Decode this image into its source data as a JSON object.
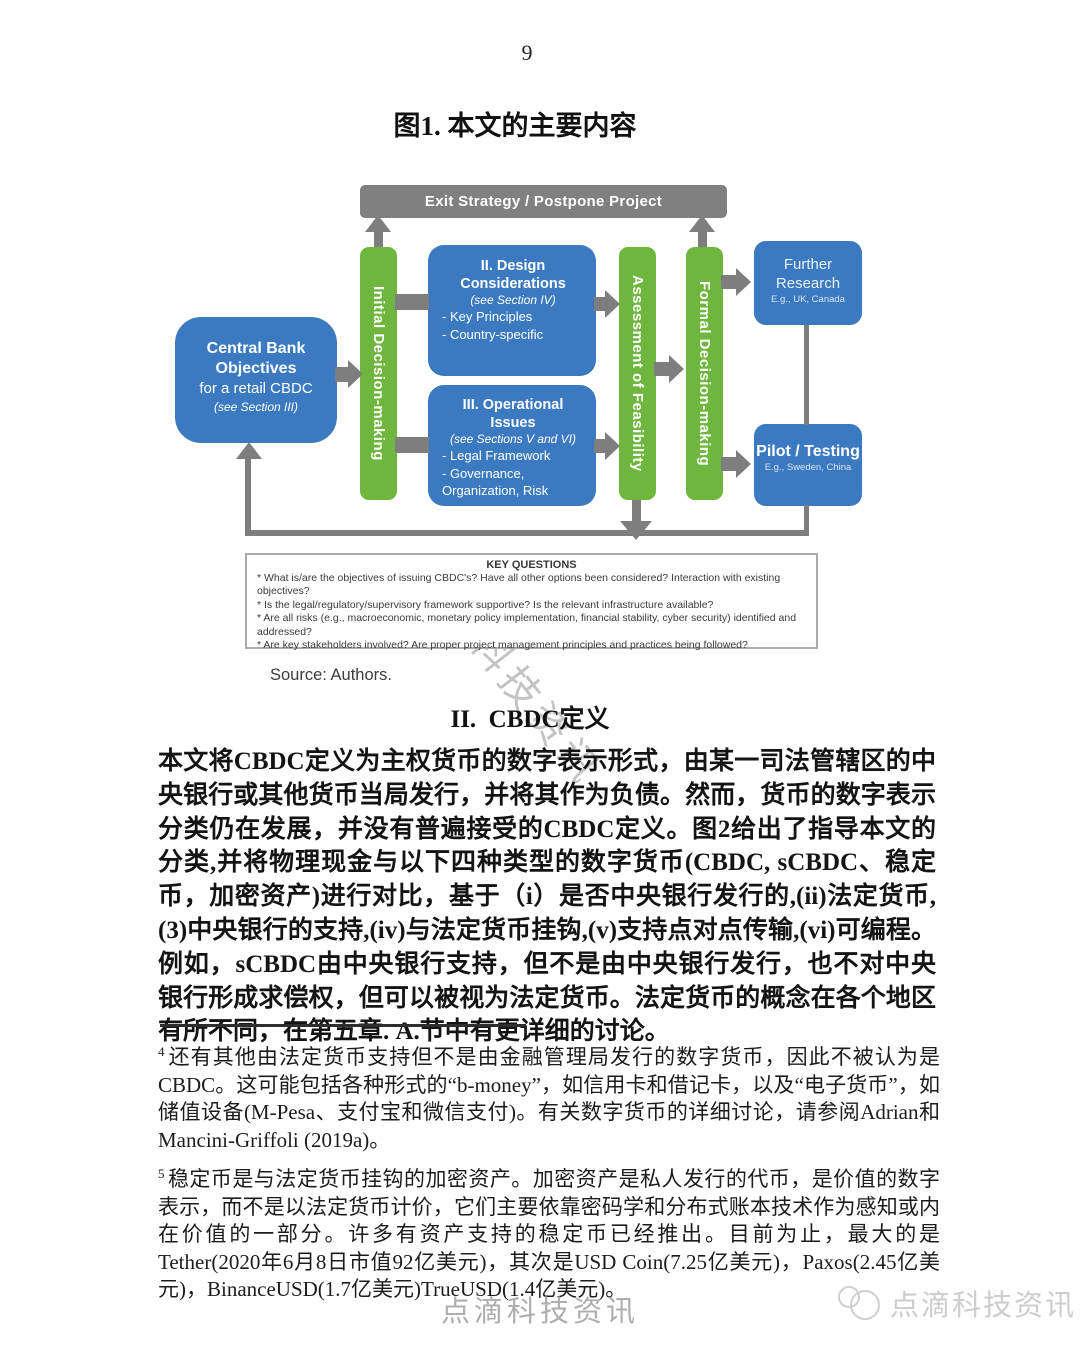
{
  "page": {
    "number": "9"
  },
  "figure": {
    "title": "图1. 本文的主要内容",
    "exit_bar": "Exit Strategy / Postpone Project",
    "boxes": {
      "central_bank": {
        "line1": "Central Bank",
        "line2": "Objectives",
        "line3": "for a retail CBDC",
        "note": "(see Section III)"
      },
      "initial": "Initial Decision-making",
      "design": {
        "title1": "II. Design",
        "title2": "Considerations",
        "note": "(see Section IV)",
        "items": [
          "- Key Principles",
          "- Country-specific"
        ]
      },
      "operational": {
        "title": "III. Operational Issues",
        "note": "(see Sections V and VI)",
        "items": [
          "- Legal Framework",
          "- Governance, Organization, Risk"
        ]
      },
      "assessment": "Assessment of Feasibility",
      "formal": "Formal Decision-making",
      "further": {
        "line1": "Further",
        "line2": "Research",
        "note": "E.g., UK, Canada"
      },
      "pilot": {
        "title": "Pilot / Testing",
        "note": "E.g., Sweden, China"
      }
    },
    "key_questions": {
      "title": "KEY QUESTIONS",
      "items": [
        "* What is/are the objectives of issuing CBDC's? Have all other options been considered? Interaction with existing objectives?",
        "* Is the legal/regulatory/supervisory framework supportive? Is the relevant infrastructure available?",
        "* Are all risks (e.g., macroeconomic, monetary policy implementation, financial stability, cyber security) identified and addressed?",
        "* Are key stakeholders involved? Are proper project management principles and practices being followed?"
      ]
    },
    "source": "Source: Authors."
  },
  "section": {
    "heading": "II.  CBDC定义"
  },
  "body": {
    "paragraph": "本文将CBDC定义为主权货币的数字表示形式，由某一司法管辖区的中央银行或其他货币当局发行，并将其作为负债。然而，货币的数字表示分类仍在发展，并没有普遍接受的CBDC定义。图2给出了指导本文的分类,并将物理现金与以下四种类型的数字货币(CBDC, sCBDC、稳定币，加密资产)进行对比，基于（i）是否中央银行发行的,(ii)法定货币,(3)中央银行的支持,(iv)与法定货币挂钩,(v)支持点对点传输,(vi)可编程。例如，sCBDC由中央银行支持，但不是由中央银行发行，也不对中央银行形成求偿权，但可以被视为法定货币。法定货币的概念在各个地区有所不同，在第五章. A.节中有更详细的讨论。"
  },
  "footnotes": [
    {
      "marker": "4",
      "text": "还有其他由法定货币支持但不是由金融管理局发行的数字货币，因此不被认为是CBDC。这可能包括各种形式的“b-money”，如信用卡和借记卡，以及“电子货币”，如储值设备(M-Pesa、支付宝和微信支付)。有关数字货币的详细讨论，请参阅Adrian和Mancini-Griffoli (2019a)。"
    },
    {
      "marker": "5",
      "text": "稳定币是与法定货币挂钩的加密资产。加密资产是私人发行的代币，是价值的数字表示，而不是以法定货币计价，它们主要依靠密码学和分布式账本技术作为感知或内在价值的一部分。许多有资产支持的稳定币已经推出。目前为止，最大的是Tether(2020年6月8日市值92亿美元)，其次是USD Coin(7.25亿美元)，Paxos(2.45亿美元)，BinanceUSD(1.7亿美元)TrueUSD(1.4亿美元)。"
    }
  ],
  "watermarks": {
    "diagonal": "点滴科技资讯",
    "bottom_center": "点滴科技资讯",
    "bottom_right": "点滴科技资讯"
  },
  "colors": {
    "box_blue": "#3b7ac0",
    "bar_green": "#6fb63f",
    "arrow_gray": "#7e7e7e"
  }
}
